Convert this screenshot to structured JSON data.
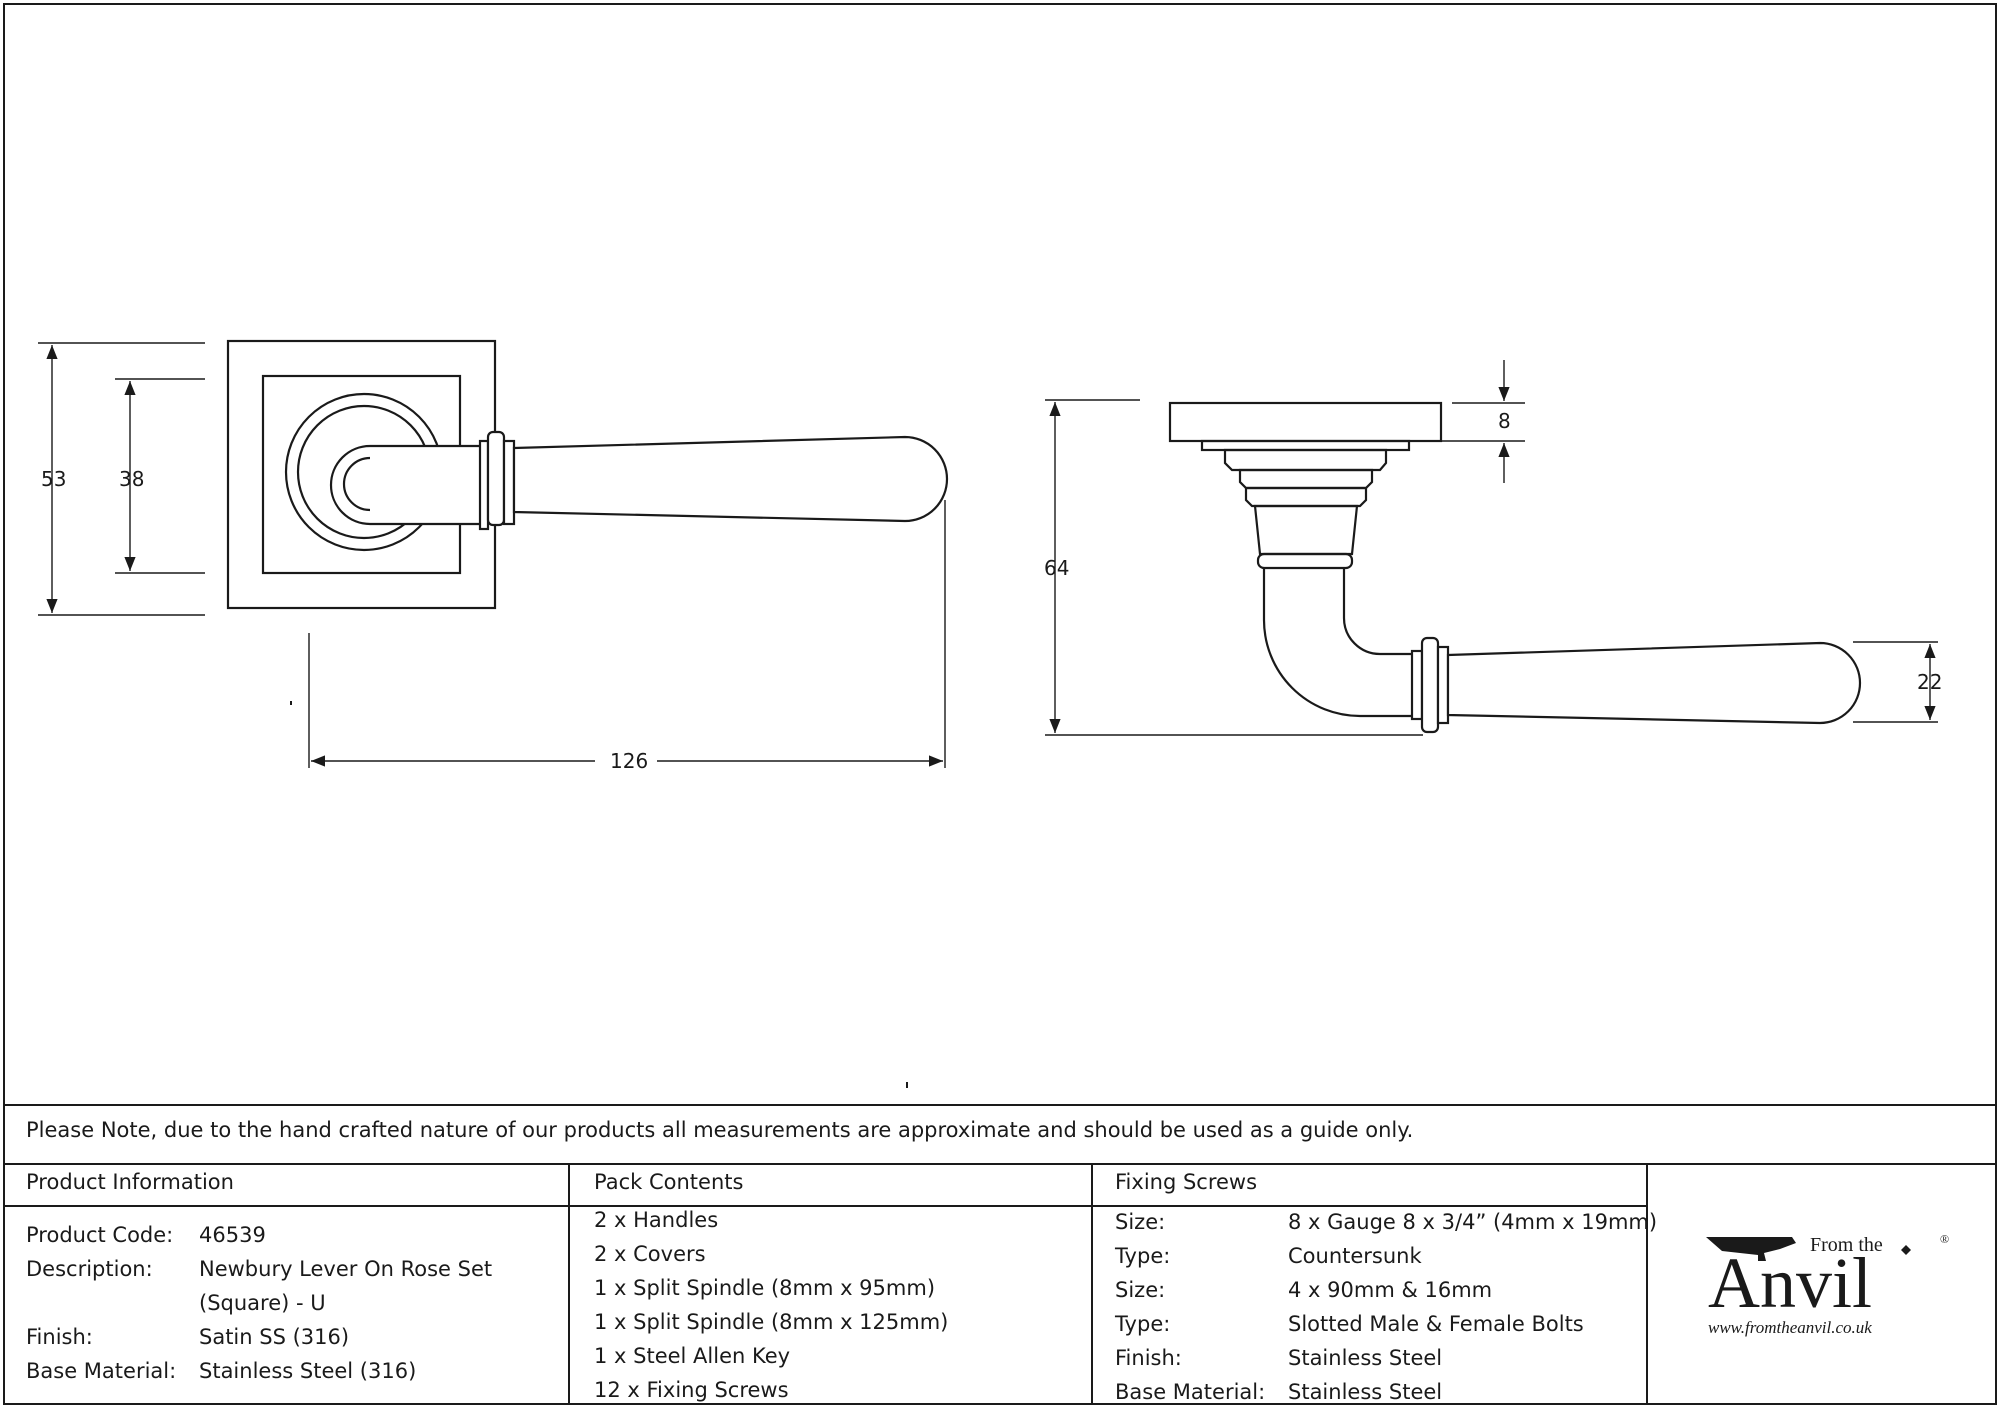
{
  "dimensions": {
    "rose_outer": "53",
    "rose_inner": "38",
    "lever_length": "126",
    "total_height": "64",
    "rose_thickness": "8",
    "grip_height": "22"
  },
  "note": "Please Note, due to the hand crafted nature of our products all measurements are approximate and should be used as a guide only.",
  "product_info": {
    "header": "Product Information",
    "rows": [
      {
        "label": "Product Code:",
        "value": "46539"
      },
      {
        "label": "Description:",
        "value": "Newbury Lever On Rose Set"
      },
      {
        "label": "",
        "value": "(Square) - U"
      },
      {
        "label": "Finish:",
        "value": "Satin SS (316)"
      },
      {
        "label": "Base Material:",
        "value": "Stainless Steel (316)"
      }
    ]
  },
  "pack_contents": {
    "header": "Pack Contents",
    "items": [
      "2 x Handles",
      "2 x Covers",
      "1 x Split Spindle (8mm x 95mm)",
      "1 x Split Spindle (8mm x 125mm)",
      "1 x Steel Allen Key",
      "12 x Fixing Screws"
    ]
  },
  "fixing_screws": {
    "header": "Fixing Screws",
    "rows": [
      {
        "label": "Size:",
        "value": "8 x Gauge 8 x 3/4” (4mm x 19mm)"
      },
      {
        "label": "Type:",
        "value": "Countersunk"
      },
      {
        "label": "Size:",
        "value": "4 x 90mm & 16mm"
      },
      {
        "label": "Type:",
        "value": "Slotted Male & Female Bolts"
      },
      {
        "label": "Finish:",
        "value": "Stainless Steel"
      },
      {
        "label": "Base Material:",
        "value": "Stainless Steel"
      }
    ]
  },
  "brand": {
    "line1": "From the",
    "name": "Anvil",
    "registered": "®",
    "url": "www.fromtheanvil.co.uk"
  }
}
